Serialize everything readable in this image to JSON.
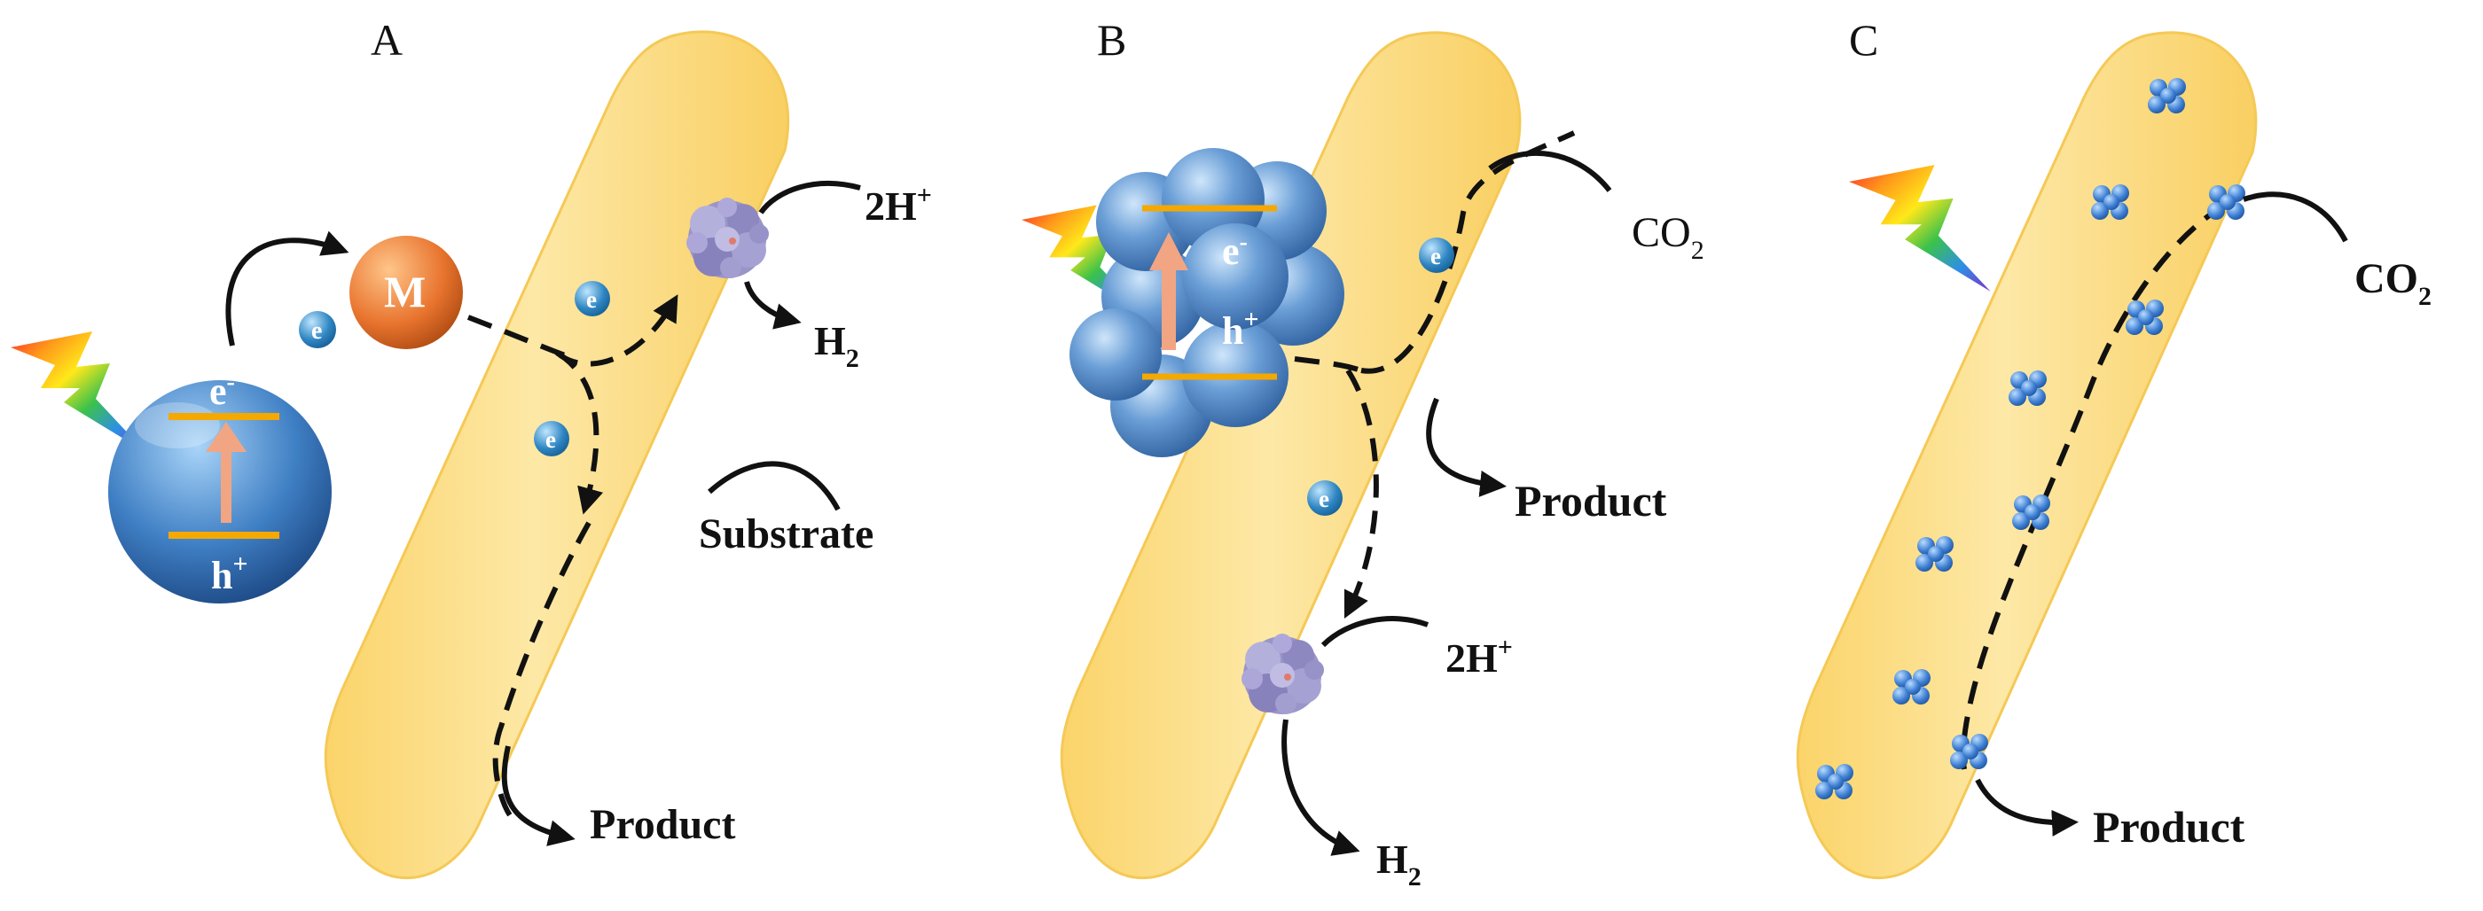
{
  "panels": {
    "a": {
      "title": "A"
    },
    "b": {
      "title": "B"
    },
    "c": {
      "title": "C"
    }
  },
  "labels": {
    "electron": "e",
    "minus": "-",
    "hole": "h",
    "plus": "+",
    "mediator": "M",
    "two_h": "2H",
    "h2": "H",
    "two": "2",
    "co2_c": "CO",
    "substrate": "Substrate",
    "product": "Product"
  },
  "colors": {
    "cell_fill": "#fddc80",
    "cell_edge": "#f6c95a",
    "semiconductor": "#5e8ec9",
    "band_line": "#f5a800",
    "excitation_arrow": "#f2a582",
    "mediator": "#e8742e",
    "electron_token": "#2f86c2",
    "enzyme": "#9a95c9"
  }
}
